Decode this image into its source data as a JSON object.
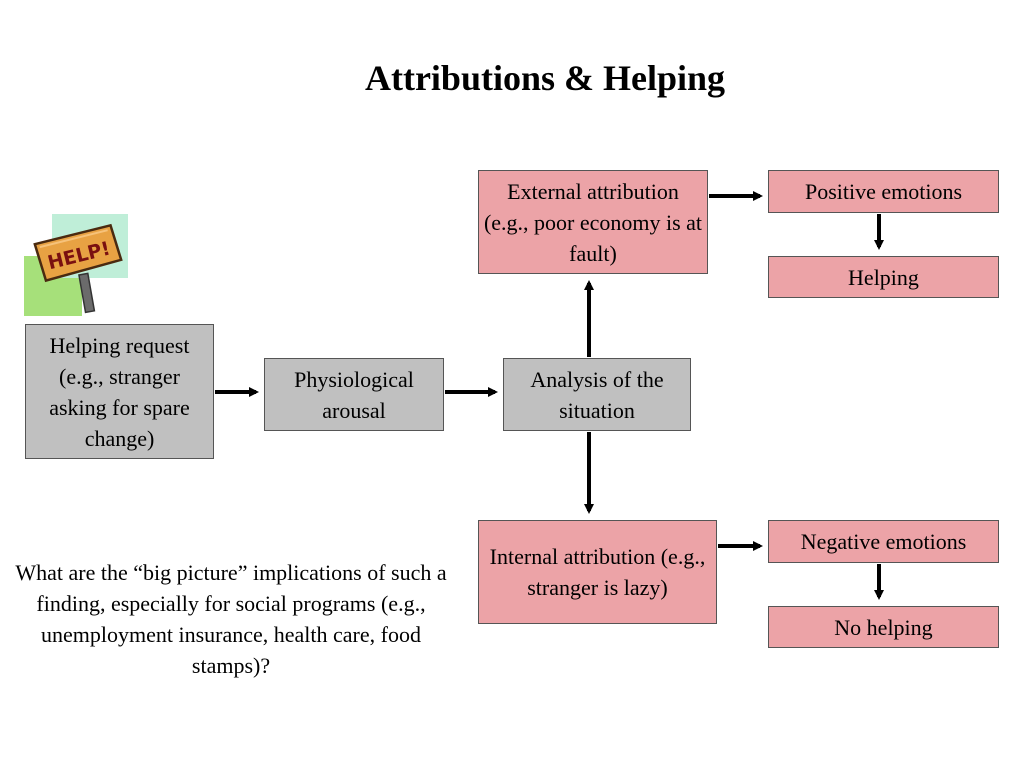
{
  "title": "Attributions & Helping",
  "boxes": {
    "helping_request": "Helping request (e.g., stranger asking for spare change)",
    "physiological_arousal": "Physiological arousal",
    "analysis": "Analysis of the situation",
    "external_attribution": "External attribution (e.g., poor economy is at fault)",
    "internal_attribution": "Internal attribution (e.g.,  stranger is lazy)",
    "positive_emotions": "Positive emotions",
    "helping": "Helping",
    "negative_emotions": "Negative emotions",
    "no_helping": "No helping"
  },
  "question": "What are the “big picture” implications of such a finding, especially for social programs (e.g., unemployment insurance, health care, food stamps)?",
  "clipart": {
    "sign_text": "HELP!",
    "icon": "help-sign-icon"
  },
  "colors": {
    "gray_box": "#c0c0c0",
    "pink_box": "#eca3a7",
    "border": "#555555",
    "arrow": "#000000"
  }
}
